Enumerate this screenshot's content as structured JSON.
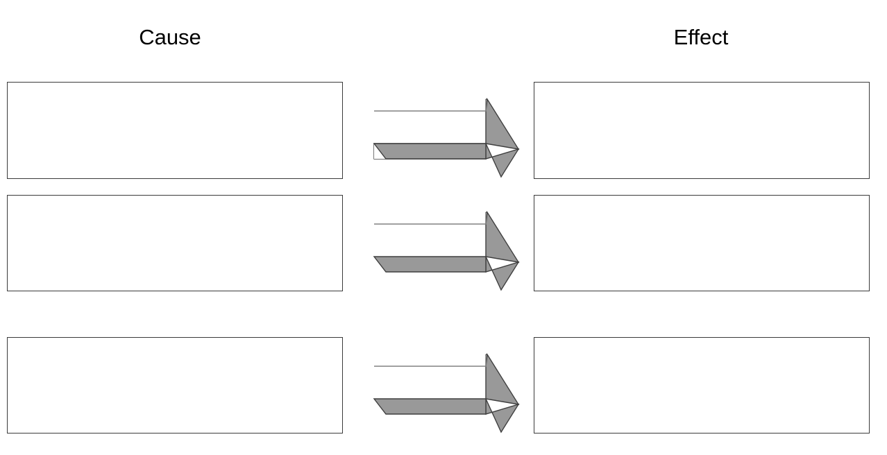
{
  "diagram": {
    "type": "cause-and-effect-graphic-organizer",
    "background_color": "#ffffff",
    "columns": {
      "left": {
        "title": "Cause"
      },
      "right": {
        "title": "Effect"
      }
    },
    "rows": [
      {
        "cause_text": "",
        "effect_text": "",
        "connector": "block-arrow-3d-right"
      },
      {
        "cause_text": "",
        "effect_text": "",
        "connector": "block-arrow-3d-right"
      },
      {
        "cause_text": "",
        "effect_text": "",
        "connector": "block-arrow-3d-right"
      }
    ],
    "styles": {
      "box_border_color": "#3a3a3a",
      "box_fill_color": "#ffffff",
      "arrow_fill_color": "#999999",
      "arrow_top_face_color": "#ffffff",
      "arrow_outline_color": "#3f3f3f",
      "title_color": "#000000"
    },
    "icons": {
      "arrow": "arrow-right-3d-icon"
    }
  }
}
